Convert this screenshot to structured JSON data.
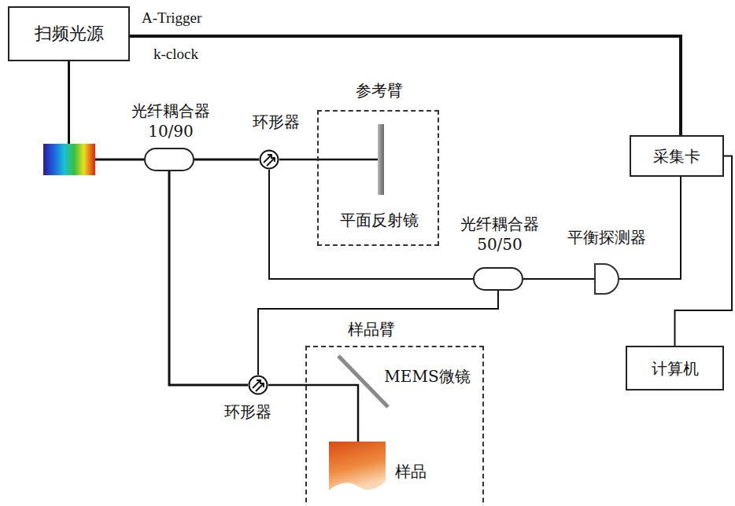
{
  "diagram": {
    "nodes": [
      {
        "text": [
          "扫频光源"
        ]
      },
      {
        "text": [
          "光纤耦合器 10/90"
        ]
      },
      {
        "text": [
          "环形器"
        ]
      },
      {
        "text": [
          "参考臂",
          "平面反射镜"
        ]
      },
      {
        "text": [
          "采集卡"
        ]
      },
      {
        "text": [
          "光纤耦合器 50/50"
        ]
      },
      {
        "text": [
          "平衡探测器"
        ]
      },
      {
        "text": [
          "样品臂",
          "MEMS微镜",
          "样品"
        ]
      },
      {
        "text": [
          "环形器"
        ]
      },
      {
        "text": [
          "计算机"
        ]
      }
    ],
    "edges": [
      {
        "from": 0,
        "to": 1,
        "arrow": "none"
      },
      {
        "from": 1,
        "to": 2,
        "arrow": "none"
      },
      {
        "from": 2,
        "to": 3,
        "arrow": "none"
      },
      {
        "from": 2,
        "to": 5,
        "arrow": "none"
      },
      {
        "from": 1,
        "to": 8,
        "arrow": "none"
      },
      {
        "from": 8,
        "to": 7,
        "arrow": "none"
      },
      {
        "from": 8,
        "to": 5,
        "arrow": "none"
      },
      {
        "from": 5,
        "to": 6,
        "arrow": "none"
      },
      {
        "from": 6,
        "to": 4,
        "arrow": "none"
      },
      {
        "from": 0,
        "to": 4,
        "arrow": "none"
      },
      {
        "from": 4,
        "to": 9,
        "arrow": "none"
      }
    ],
    "labels": [
      "A-Trigger",
      "k-clock"
    ]
  }
}
